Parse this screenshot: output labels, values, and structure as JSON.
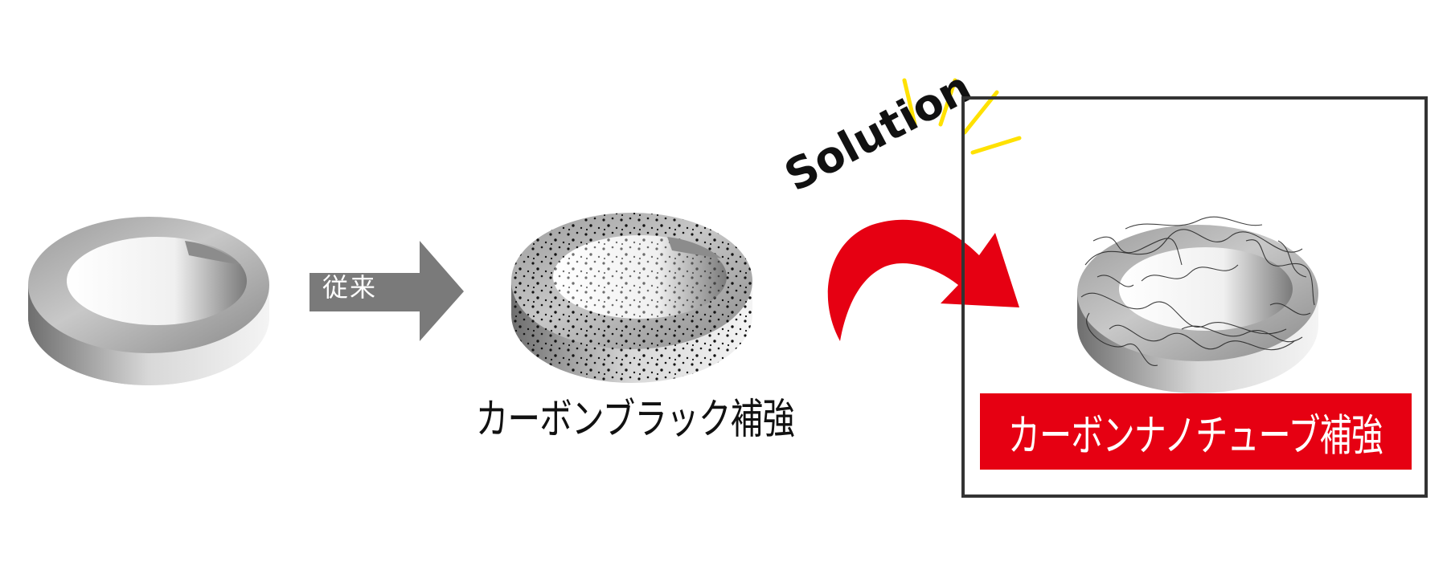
{
  "steps": {
    "conventional_arrow_label": "従来",
    "carbon_black_caption": "カーボンブラック補強",
    "solution_label": "Solution",
    "carbon_nanotube_caption": "カーボンナノチューブ補強"
  },
  "colors": {
    "arrow_gray": "#7a7a7a",
    "solution_red": "#e60012",
    "spark_yellow": "#ffe100",
    "box_border": "#333333"
  },
  "icons": {
    "plain_ring": "plain-ring-icon",
    "carbon_black_ring": "carbon-black-ring-icon",
    "cnt_ring": "carbon-nanotube-ring-icon",
    "curved_arrow": "curved-arrow-icon",
    "sparkle": "sparkle-icon"
  }
}
